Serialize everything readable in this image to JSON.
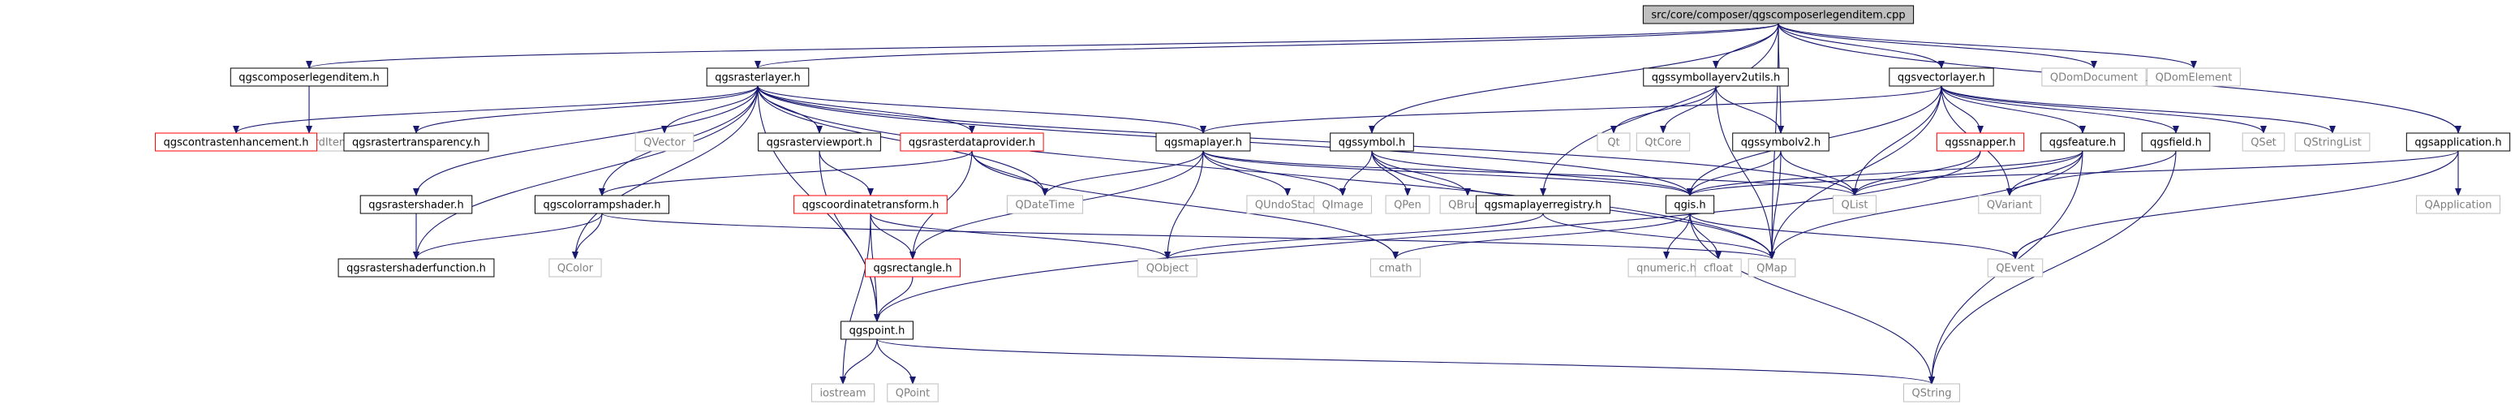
{
  "colors": {
    "edge": "#191970",
    "node_border_documented": "#000000",
    "node_border_undocumented_red": "#ff0000",
    "node_border_external": "#bfbfbf",
    "root_fill": "#bfbfbf",
    "text_documented": "#000000",
    "text_external": "#7f7f7f"
  },
  "nodes": [
    {
      "id": "root",
      "label": "src/core/composer/qgscomposerlegenditem.cpp",
      "kind": "root"
    },
    {
      "id": "cli_h",
      "label": "qgscomposerlegenditem.h",
      "kind": "doc"
    },
    {
      "id": "rasterlayer",
      "label": "qgsrasterlayer.h",
      "kind": "doc"
    },
    {
      "id": "symbollayerv2utils",
      "label": "qgssymbollayerv2utils.h",
      "kind": "doc"
    },
    {
      "id": "vectorlayer",
      "label": "qgsvectorlayer.h",
      "kind": "doc"
    },
    {
      "id": "qdomdocument",
      "label": "QDomDocument",
      "kind": "ext"
    },
    {
      "id": "qdomelement",
      "label": "QDomElement",
      "kind": "ext"
    },
    {
      "id": "qstandarditem",
      "label": "QStandardItem",
      "kind": "ext"
    },
    {
      "id": "contrastenh",
      "label": "qgscontrastenhancement.h",
      "kind": "red"
    },
    {
      "id": "rastertransparency",
      "label": "qgsrastertransparency.h",
      "kind": "doc"
    },
    {
      "id": "rastershader",
      "label": "qgsrastershader.h",
      "kind": "doc"
    },
    {
      "id": "qvector",
      "label": "QVector",
      "kind": "ext"
    },
    {
      "id": "rasterviewport",
      "label": "qgsrasterviewport.h",
      "kind": "doc"
    },
    {
      "id": "rasterdataprovider",
      "label": "qgsrasterdataprovider.h",
      "kind": "red"
    },
    {
      "id": "maplayer",
      "label": "qgsmaplayer.h",
      "kind": "doc"
    },
    {
      "id": "symbol",
      "label": "qgssymbol.h",
      "kind": "doc"
    },
    {
      "id": "qt",
      "label": "Qt",
      "kind": "ext"
    },
    {
      "id": "qtcore",
      "label": "QtCore",
      "kind": "ext"
    },
    {
      "id": "symbolv2",
      "label": "qgssymbolv2.h",
      "kind": "doc"
    },
    {
      "id": "snapper",
      "label": "qgssnapper.h",
      "kind": "red"
    },
    {
      "id": "feature",
      "label": "qgsfeature.h",
      "kind": "doc"
    },
    {
      "id": "field",
      "label": "qgsfield.h",
      "kind": "doc"
    },
    {
      "id": "qset",
      "label": "QSet",
      "kind": "ext"
    },
    {
      "id": "qstringlist",
      "label": "QStringList",
      "kind": "ext"
    },
    {
      "id": "application",
      "label": "qgsapplication.h",
      "kind": "doc"
    },
    {
      "id": "colorrampshader",
      "label": "qgscolorrampshader.h",
      "kind": "doc"
    },
    {
      "id": "coordtransform",
      "label": "qgscoordinatetransform.h",
      "kind": "red"
    },
    {
      "id": "qdatetime",
      "label": "QDateTime",
      "kind": "ext"
    },
    {
      "id": "qundostack",
      "label": "QUndoStack",
      "kind": "ext"
    },
    {
      "id": "qimage",
      "label": "QImage",
      "kind": "ext"
    },
    {
      "id": "qpen",
      "label": "QPen",
      "kind": "ext"
    },
    {
      "id": "qbrush",
      "label": "QBrush",
      "kind": "ext"
    },
    {
      "id": "maplayerregistry",
      "label": "qgsmaplayerregistry.h",
      "kind": "doc"
    },
    {
      "id": "qgis",
      "label": "qgis.h",
      "kind": "doc"
    },
    {
      "id": "qlist",
      "label": "QList",
      "kind": "ext"
    },
    {
      "id": "qvariant",
      "label": "QVariant",
      "kind": "ext"
    },
    {
      "id": "qapplication",
      "label": "QApplication",
      "kind": "ext"
    },
    {
      "id": "rastershaderfunction",
      "label": "qgsrastershaderfunction.h",
      "kind": "doc"
    },
    {
      "id": "qcolor",
      "label": "QColor",
      "kind": "ext"
    },
    {
      "id": "rectangle",
      "label": "qgsrectangle.h",
      "kind": "red"
    },
    {
      "id": "qobject",
      "label": "QObject",
      "kind": "ext"
    },
    {
      "id": "cmath",
      "label": "cmath",
      "kind": "ext"
    },
    {
      "id": "qnumeric",
      "label": "qnumeric.h",
      "kind": "ext"
    },
    {
      "id": "cfloat",
      "label": "cfloat",
      "kind": "ext"
    },
    {
      "id": "qmap",
      "label": "QMap",
      "kind": "ext"
    },
    {
      "id": "qevent",
      "label": "QEvent",
      "kind": "ext"
    },
    {
      "id": "point",
      "label": "qgspoint.h",
      "kind": "doc"
    },
    {
      "id": "iostream",
      "label": "iostream",
      "kind": "ext"
    },
    {
      "id": "qpoint",
      "label": "QPoint",
      "kind": "ext"
    },
    {
      "id": "qstring",
      "label": "QString",
      "kind": "ext"
    }
  ],
  "edges": [
    [
      "root",
      "cli_h"
    ],
    [
      "root",
      "rasterlayer"
    ],
    [
      "root",
      "symbollayerv2utils"
    ],
    [
      "root",
      "vectorlayer"
    ],
    [
      "root",
      "qdomdocument"
    ],
    [
      "root",
      "qdomelement"
    ],
    [
      "root",
      "symbol"
    ],
    [
      "root",
      "maplayerregistry"
    ],
    [
      "root",
      "symbolv2"
    ],
    [
      "root",
      "application"
    ],
    [
      "root",
      "qmap"
    ],
    [
      "cli_h",
      "qstandarditem"
    ],
    [
      "rasterlayer",
      "contrastenh"
    ],
    [
      "rasterlayer",
      "rastertransparency"
    ],
    [
      "rasterlayer",
      "rastershader"
    ],
    [
      "rasterlayer",
      "qvector"
    ],
    [
      "rasterlayer",
      "rasterviewport"
    ],
    [
      "rasterlayer",
      "rasterdataprovider"
    ],
    [
      "rasterlayer",
      "maplayer"
    ],
    [
      "rasterlayer",
      "colorrampshader"
    ],
    [
      "rasterlayer",
      "rastershaderfunction"
    ],
    [
      "rasterlayer",
      "qcolor"
    ],
    [
      "rasterlayer",
      "qdatetime"
    ],
    [
      "rasterlayer",
      "qgis"
    ],
    [
      "rasterlayer",
      "point"
    ],
    [
      "rasterlayer",
      "qlist"
    ],
    [
      "rasterlayer",
      "qmap"
    ],
    [
      "symbollayerv2utils",
      "qt"
    ],
    [
      "symbollayerv2utils",
      "qtcore"
    ],
    [
      "symbollayerv2utils",
      "symbolv2"
    ],
    [
      "symbollayerv2utils",
      "qmap"
    ],
    [
      "vectorlayer",
      "maplayer"
    ],
    [
      "vectorlayer",
      "snapper"
    ],
    [
      "vectorlayer",
      "feature"
    ],
    [
      "vectorlayer",
      "field"
    ],
    [
      "vectorlayer",
      "qset"
    ],
    [
      "vectorlayer",
      "qstringlist"
    ],
    [
      "vectorlayer",
      "qlist"
    ],
    [
      "vectorlayer",
      "qgis"
    ],
    [
      "vectorlayer",
      "qmap"
    ],
    [
      "vectorlayer",
      "qvariant"
    ],
    [
      "rasterviewport",
      "coordtransform"
    ],
    [
      "rasterviewport",
      "point"
    ],
    [
      "rasterdataprovider",
      "colorrampshader"
    ],
    [
      "rasterdataprovider",
      "qdatetime"
    ],
    [
      "rasterdataprovider",
      "rectangle"
    ],
    [
      "rasterdataprovider",
      "cmath"
    ],
    [
      "rastershader",
      "rastershaderfunction"
    ],
    [
      "colorrampshader",
      "rastershaderfunction"
    ],
    [
      "colorrampshader",
      "qcolor"
    ],
    [
      "colorrampshader",
      "qmap"
    ],
    [
      "maplayer",
      "qdatetime"
    ],
    [
      "maplayer",
      "qundostack"
    ],
    [
      "maplayer",
      "qimage"
    ],
    [
      "maplayer",
      "qobject"
    ],
    [
      "maplayer",
      "qgis"
    ],
    [
      "maplayer",
      "rectangle"
    ],
    [
      "maplayer",
      "qlist"
    ],
    [
      "symbol",
      "qimage"
    ],
    [
      "symbol",
      "qpen"
    ],
    [
      "symbol",
      "qbrush"
    ],
    [
      "symbol",
      "qgis"
    ],
    [
      "symbol",
      "qmap"
    ],
    [
      "symbolv2",
      "qgis"
    ],
    [
      "symbolv2",
      "qlist"
    ],
    [
      "symbolv2",
      "qmap"
    ],
    [
      "snapper",
      "point"
    ],
    [
      "snapper",
      "qlist"
    ],
    [
      "feature",
      "qlist"
    ],
    [
      "feature",
      "qmap"
    ],
    [
      "feature",
      "qvariant"
    ],
    [
      "feature",
      "qstring"
    ],
    [
      "feature",
      "qgis"
    ],
    [
      "field",
      "qvariant"
    ],
    [
      "field",
      "qstring"
    ],
    [
      "application",
      "qapplication"
    ],
    [
      "application",
      "qevent"
    ],
    [
      "application",
      "qgis"
    ],
    [
      "maplayerregistry",
      "qobject"
    ],
    [
      "maplayerregistry",
      "qmap"
    ],
    [
      "coordtransform",
      "rectangle"
    ],
    [
      "coordtransform",
      "point"
    ],
    [
      "coordtransform",
      "iostream"
    ],
    [
      "coordtransform",
      "qobject"
    ],
    [
      "qgis",
      "qnumeric"
    ],
    [
      "qgis",
      "cfloat"
    ],
    [
      "qgis",
      "cmath"
    ],
    [
      "qgis",
      "qevent"
    ],
    [
      "qgis",
      "qstring"
    ],
    [
      "rectangle",
      "point"
    ],
    [
      "point",
      "iostream"
    ],
    [
      "point",
      "qpoint"
    ],
    [
      "point",
      "qstring"
    ]
  ]
}
